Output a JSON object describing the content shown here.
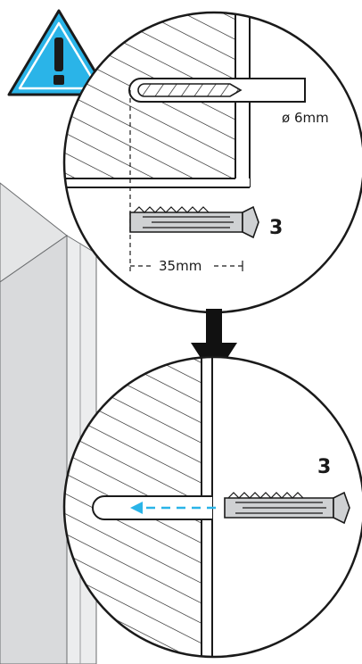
{
  "colors": {
    "warning_fill": "#2ab4e8",
    "cabinet_fill": "#e4e5e6",
    "cabinet_shade": "#cfd1d3",
    "wall_hatch": "#1a1a1a",
    "plug_fill": "#cfd1d3",
    "arrow": "#111111",
    "insert_arrow": "#2ab4e8"
  },
  "icons": {
    "warning": "warning-triangle-icon",
    "step_arrow": "arrow-down-icon"
  },
  "top_detail": {
    "drill_diameter_label": "ø 6mm",
    "depth_label": "35mm",
    "plug_quantity": "3"
  },
  "bottom_detail": {
    "plug_quantity": "3"
  }
}
